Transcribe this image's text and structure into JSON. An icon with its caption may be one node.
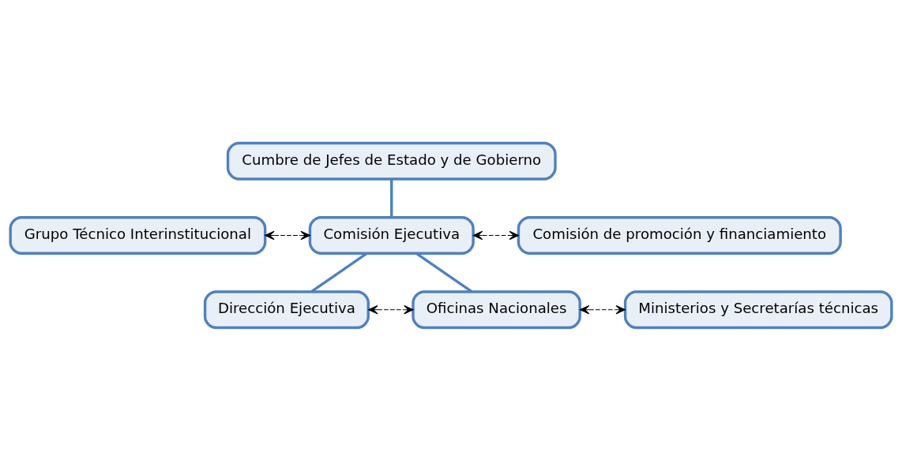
{
  "diagram": {
    "nodes": [
      {
        "text": [
          "Cumbre de Jefes de Estado y de Gobierno"
        ]
      },
      {
        "text": [
          "Grupo Técnico Interinstitucional"
        ]
      },
      {
        "text": [
          "Comisión Ejecutiva"
        ]
      },
      {
        "text": [
          "Comisión de promoción y financiamiento"
        ]
      },
      {
        "text": [
          "Dirección Ejecutiva"
        ]
      },
      {
        "text": [
          "Oficinas Nacionales"
        ]
      },
      {
        "text": [
          "Ministerios y Secretarías técnicas"
        ]
      }
    ],
    "edges": [
      {
        "from": 0,
        "to": 2,
        "arrow": "none",
        "style": "thick",
        "color": "#4f81bd"
      },
      {
        "from": 1,
        "to": 2,
        "arrow": "both",
        "style": "dashed"
      },
      {
        "from": 2,
        "to": 3,
        "arrow": "both",
        "style": "dashed"
      },
      {
        "from": 2,
        "to": 4,
        "arrow": "none",
        "style": "thick",
        "color": "#4f81bd"
      },
      {
        "from": 2,
        "to": 5,
        "arrow": "none",
        "style": "thick",
        "color": "#4f81bd"
      },
      {
        "from": 4,
        "to": 5,
        "arrow": "both",
        "style": "dashed"
      },
      {
        "from": 5,
        "to": 6,
        "arrow": "both",
        "style": "dashed"
      }
    ]
  }
}
